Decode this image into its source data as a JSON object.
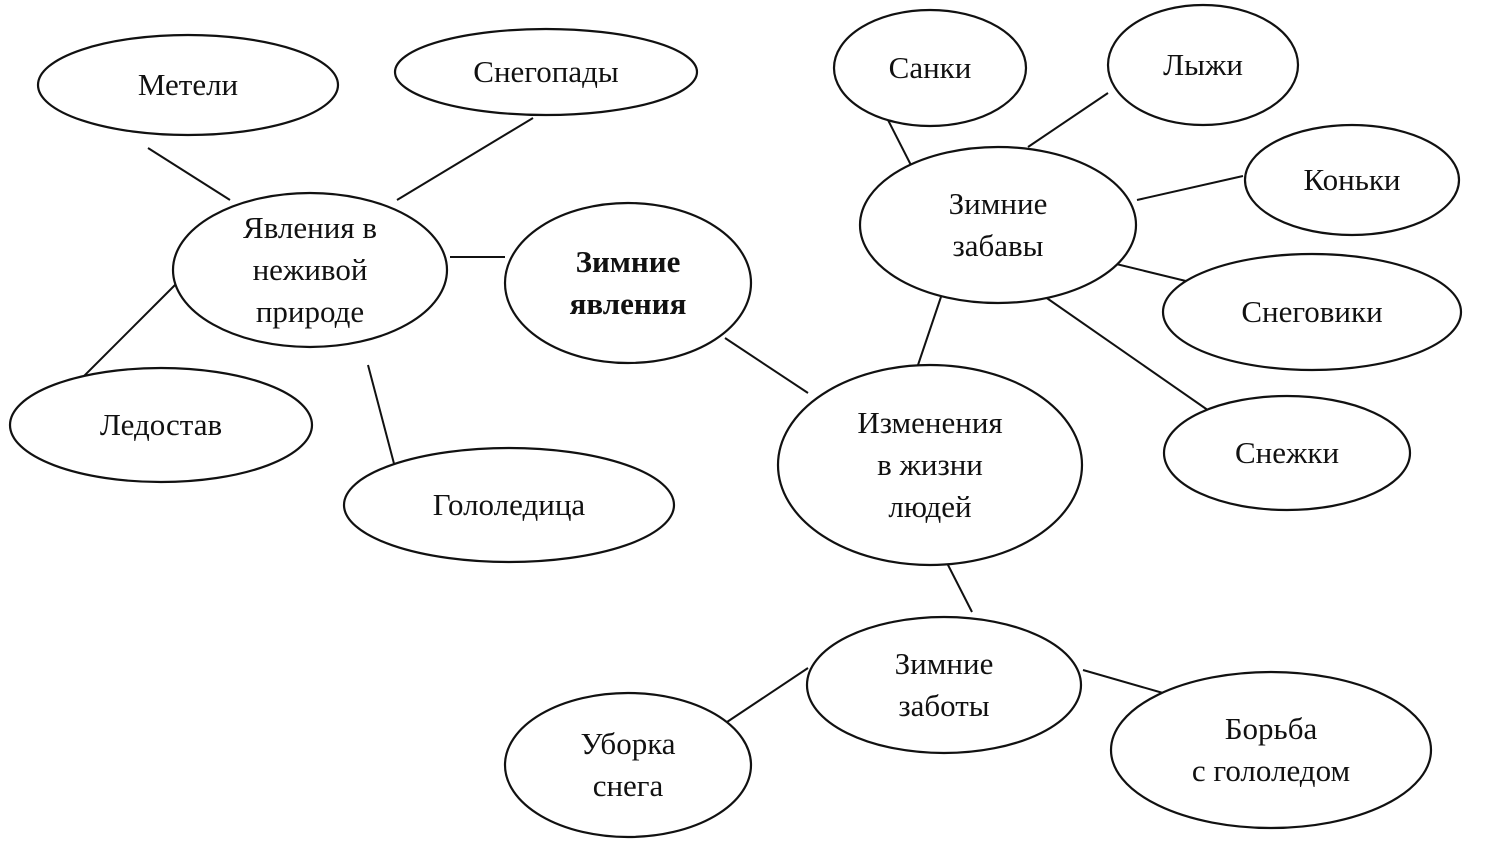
{
  "nodes": {
    "meteli": [
      "Метели"
    ],
    "snegopady": [
      "Снегопады"
    ],
    "yavleniya_nezhivoy": [
      "Явления в",
      "неживой",
      "природе"
    ],
    "zimnie_yavleniya": [
      "Зимние",
      "явления"
    ],
    "ledostav": [
      "Ледостав"
    ],
    "gololeditsa": [
      "Гололедица"
    ],
    "sanki": [
      "Санки"
    ],
    "lyzhi": [
      "Лыжи"
    ],
    "konki": [
      "Коньки"
    ],
    "zimnie_zabavy": [
      "Зимние",
      "забавы"
    ],
    "snegoviki": [
      "Снеговики"
    ],
    "snezhki": [
      "Снежки"
    ],
    "izmeneniya": [
      "Изменения",
      "в жизни",
      "людей"
    ],
    "zimnie_zaboty": [
      "Зимние",
      "заботы"
    ],
    "uborka": [
      "Уборка",
      "снега"
    ],
    "borba": [
      "Борьба",
      "с гололедом"
    ]
  }
}
